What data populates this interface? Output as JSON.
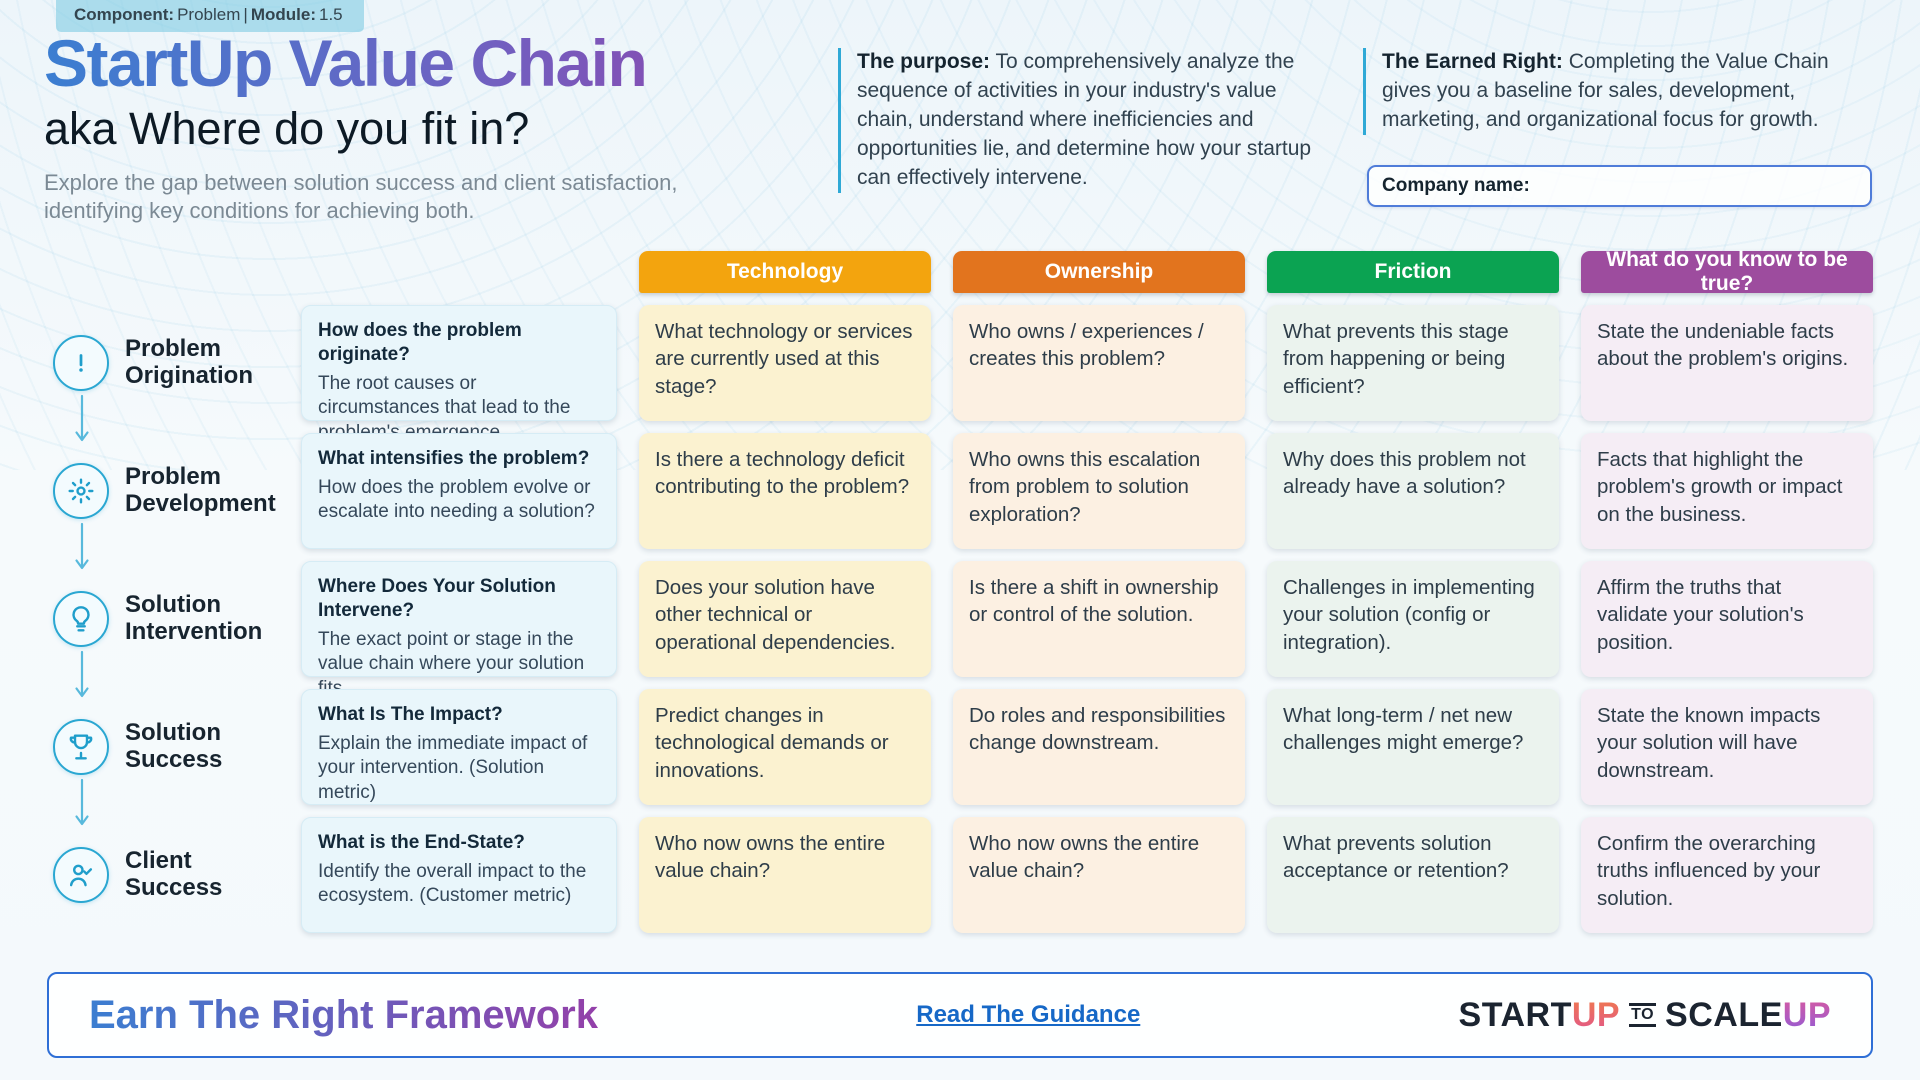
{
  "badge": {
    "component_label": "Component:",
    "component_value": "Problem",
    "divider": "|",
    "module_label": "Module:",
    "module_value": "1.5"
  },
  "header": {
    "title": "StartUp Value Chain",
    "subtitle": "aka Where do you fit in?",
    "description": "Explore the gap between solution success and client satisfaction, identifying key conditions for achieving both."
  },
  "purpose": {
    "label": "The purpose:",
    "text": "To comprehensively analyze the sequence of activities in your industry's value chain, understand where inefficiencies and opportunities lie, and determine how your startup can effectively intervene."
  },
  "earned_right": {
    "label": "The Earned Right:",
    "text": "Completing the Value Chain gives you a baseline for sales, development, marketing, and organizational focus for growth."
  },
  "company": {
    "label": "Company name:",
    "value": ""
  },
  "columns": [
    {
      "id": "technology",
      "label": "Technology",
      "header_color": "#F3A40E",
      "cell_color": "#FBF2D0"
    },
    {
      "id": "ownership",
      "label": "Ownership",
      "header_color": "#E2741E",
      "cell_color": "#FCF0E2"
    },
    {
      "id": "friction",
      "label": "Friction",
      "header_color": "#0BA352",
      "cell_color": "#EBF3EE"
    },
    {
      "id": "truth",
      "label": "What do you know to be true?",
      "header_color": "#9D4C9E",
      "cell_color": "#F5EDF5"
    }
  ],
  "rows": [
    {
      "stage": "Problem Origination",
      "icon": "alert-circle-icon",
      "question_title": "How does the problem originate?",
      "question_text": "The root causes or circumstances that lead to the problem's emergence.",
      "technology": "What technology or services are currently used at this stage?",
      "ownership": "Who owns / experiences / creates this problem?",
      "friction": "What prevents this stage from happening or being efficient?",
      "truth": "State the undeniable facts about the problem's origins."
    },
    {
      "stage": "Problem Development",
      "icon": "spark-icon",
      "question_title": "What intensifies the problem?",
      "question_text": "How does the problem evolve or escalate into needing a solution?",
      "technology": "Is there a technology deficit contributing to the problem?",
      "ownership": "Who owns this escalation from problem to solution exploration?",
      "friction": "Why does this problem not already have a solution?",
      "truth": "Facts that highlight the problem's growth or impact on the business."
    },
    {
      "stage": "Solution Intervention",
      "icon": "lightbulb-icon",
      "question_title": "Where Does Your Solution Intervene?",
      "question_text": "The exact point or stage in the value chain where your solution fits.",
      "technology": "Does your solution have other technical or operational dependencies.",
      "ownership": "Is there a shift in ownership or control of the solution.",
      "friction": "Challenges in implementing your solution (config or integration).",
      "truth": "Affirm the truths that validate your solution's position."
    },
    {
      "stage": "Solution Success",
      "icon": "trophy-icon",
      "question_title": "What Is The Impact?",
      "question_text": "Explain the immediate impact of your intervention. (Solution metric)",
      "technology": "Predict changes in technological demands or innovations.",
      "ownership": "Do roles and responsibilities change downstream.",
      "friction": "What long-term / net new challenges might emerge?",
      "truth": "State the known impacts your solution will have downstream."
    },
    {
      "stage": "Client Success",
      "icon": "person-check-icon",
      "question_title": "What is the End-State?",
      "question_text": "Identify the overall impact to the ecosystem. (Customer metric)",
      "technology": "Who now owns the entire value chain?",
      "ownership": "Who now owns the entire value chain?",
      "friction": "What prevents solution acceptance or retention?",
      "truth": "Confirm the overarching truths influenced by your solution."
    }
  ],
  "footer": {
    "title": "Earn The Right Framework",
    "guidance_link": "Read The Guidance",
    "logo": {
      "part1": "START",
      "part2": "UP",
      "part3": "TO",
      "part4": "SCALE",
      "part5": "UP"
    }
  },
  "colors": {
    "accent_blue": "#2AA7D2",
    "link_blue": "#1668C7",
    "title_gradient_start": "#3B7ED1",
    "title_gradient_end": "#9340A9"
  }
}
